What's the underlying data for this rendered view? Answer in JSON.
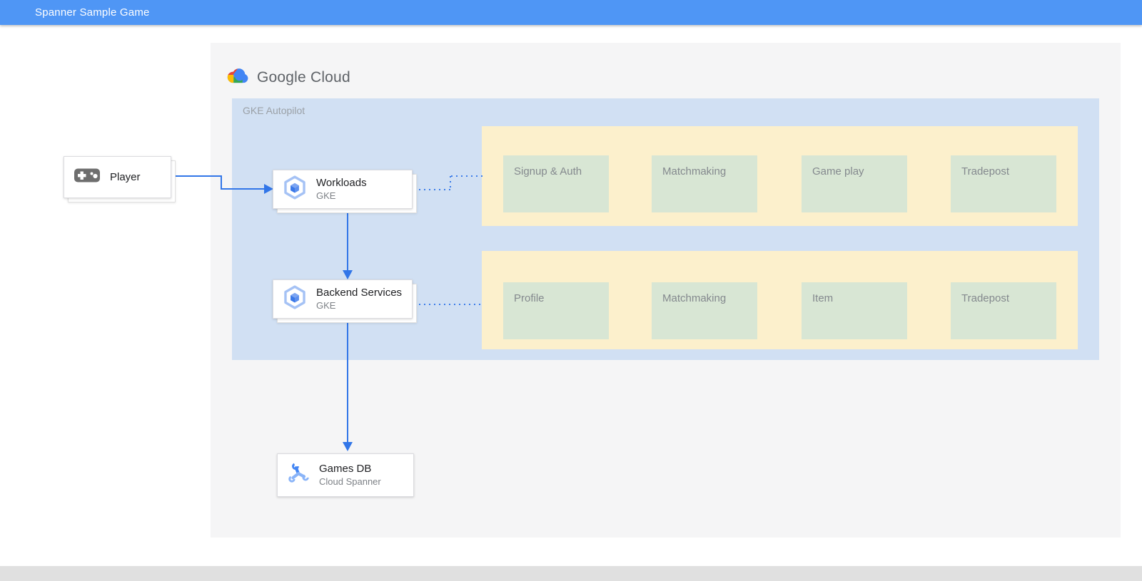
{
  "window": {
    "title": "Spanner Sample Game"
  },
  "brand": {
    "logo_text": "Google Cloud"
  },
  "diagram": {
    "container_label": "GKE Autopilot",
    "nodes": {
      "player": {
        "label": "Player",
        "icon": "gamepad-icon"
      },
      "workloads": {
        "title": "Workloads",
        "subtitle": "GKE",
        "icon": "gke-hexagon-icon"
      },
      "backend_services": {
        "title": "Backend Services",
        "subtitle": "GKE",
        "icon": "gke-hexagon-icon"
      },
      "games_db": {
        "title": "Games DB",
        "subtitle": "Cloud Spanner",
        "icon": "cloud-spanner-icon"
      }
    },
    "service_rows": [
      {
        "items": [
          "Signup & Auth",
          "Matchmaking",
          "Game play",
          "Tradepost"
        ]
      },
      {
        "items": [
          "Profile",
          "Matchmaking",
          "Item",
          "Tradepost"
        ]
      }
    ]
  },
  "colors": {
    "header_bar": "#4f96f5",
    "connector_blue": "#3276e8",
    "gke_container_bg": "#d1e0f3",
    "service_row_bg": "#fcf0cc",
    "service_box_bg": "#d8e6d4",
    "diagram_bg": "#f5f5f6",
    "footer_bar": "#e0e0e0"
  }
}
